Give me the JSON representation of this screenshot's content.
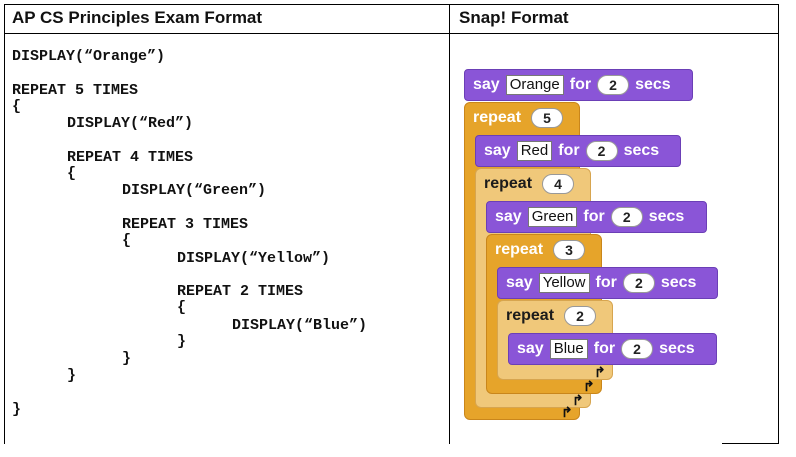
{
  "headers": {
    "left": "AP CS Principles Exam Format",
    "right": "Snap! Format"
  },
  "code_lines": [
    "DISPLAY(“Orange”)",
    "REPEAT 5 TIMES",
    "{",
    "DISPLAY(“Red”)",
    "REPEAT 4 TIMES",
    "{",
    "DISPLAY(“Green”)",
    "REPEAT 3 TIMES",
    "{",
    "DISPLAY(“Yellow”)",
    "REPEAT 2 TIMES",
    "{",
    "DISPLAY(“Blue”)",
    "}",
    "}",
    "}",
    "}"
  ],
  "snap": {
    "say": "say",
    "for": "for",
    "secs": "secs",
    "repeat": "repeat",
    "say_blocks": [
      {
        "text": "Orange",
        "secs": "2"
      },
      {
        "text": "Red",
        "secs": "2"
      },
      {
        "text": "Green",
        "secs": "2"
      },
      {
        "text": "Yellow",
        "secs": "2"
      },
      {
        "text": "Blue",
        "secs": "2"
      }
    ],
    "repeat_counts": [
      "5",
      "4",
      "3",
      "2"
    ]
  }
}
